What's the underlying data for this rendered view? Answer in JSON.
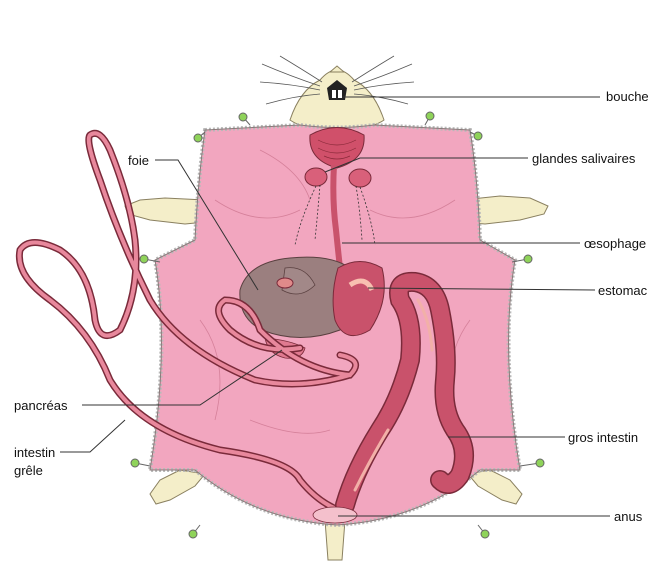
{
  "labels": {
    "bouche": "bouche",
    "foie": "foie",
    "glandes_salivaires": "glandes salivaires",
    "oesophage": "œsophage",
    "estomac": "estomac",
    "pancreas": "pancréas",
    "gros_intestin": "gros intestin",
    "intestin_grele_1": "intestin",
    "intestin_grele_2": "grêle",
    "anus": "anus"
  },
  "colors": {
    "body_skin": "#f2a6bf",
    "skin_outline": "#8a7a7a",
    "fur": "#b9b9b9",
    "paws": "#f4eec9",
    "pins": "#8fd35a",
    "organ_dark": "#9b7f7f",
    "organ_red": "#c9526b",
    "intestine": "#e8889c",
    "leader_line": "#333333"
  }
}
